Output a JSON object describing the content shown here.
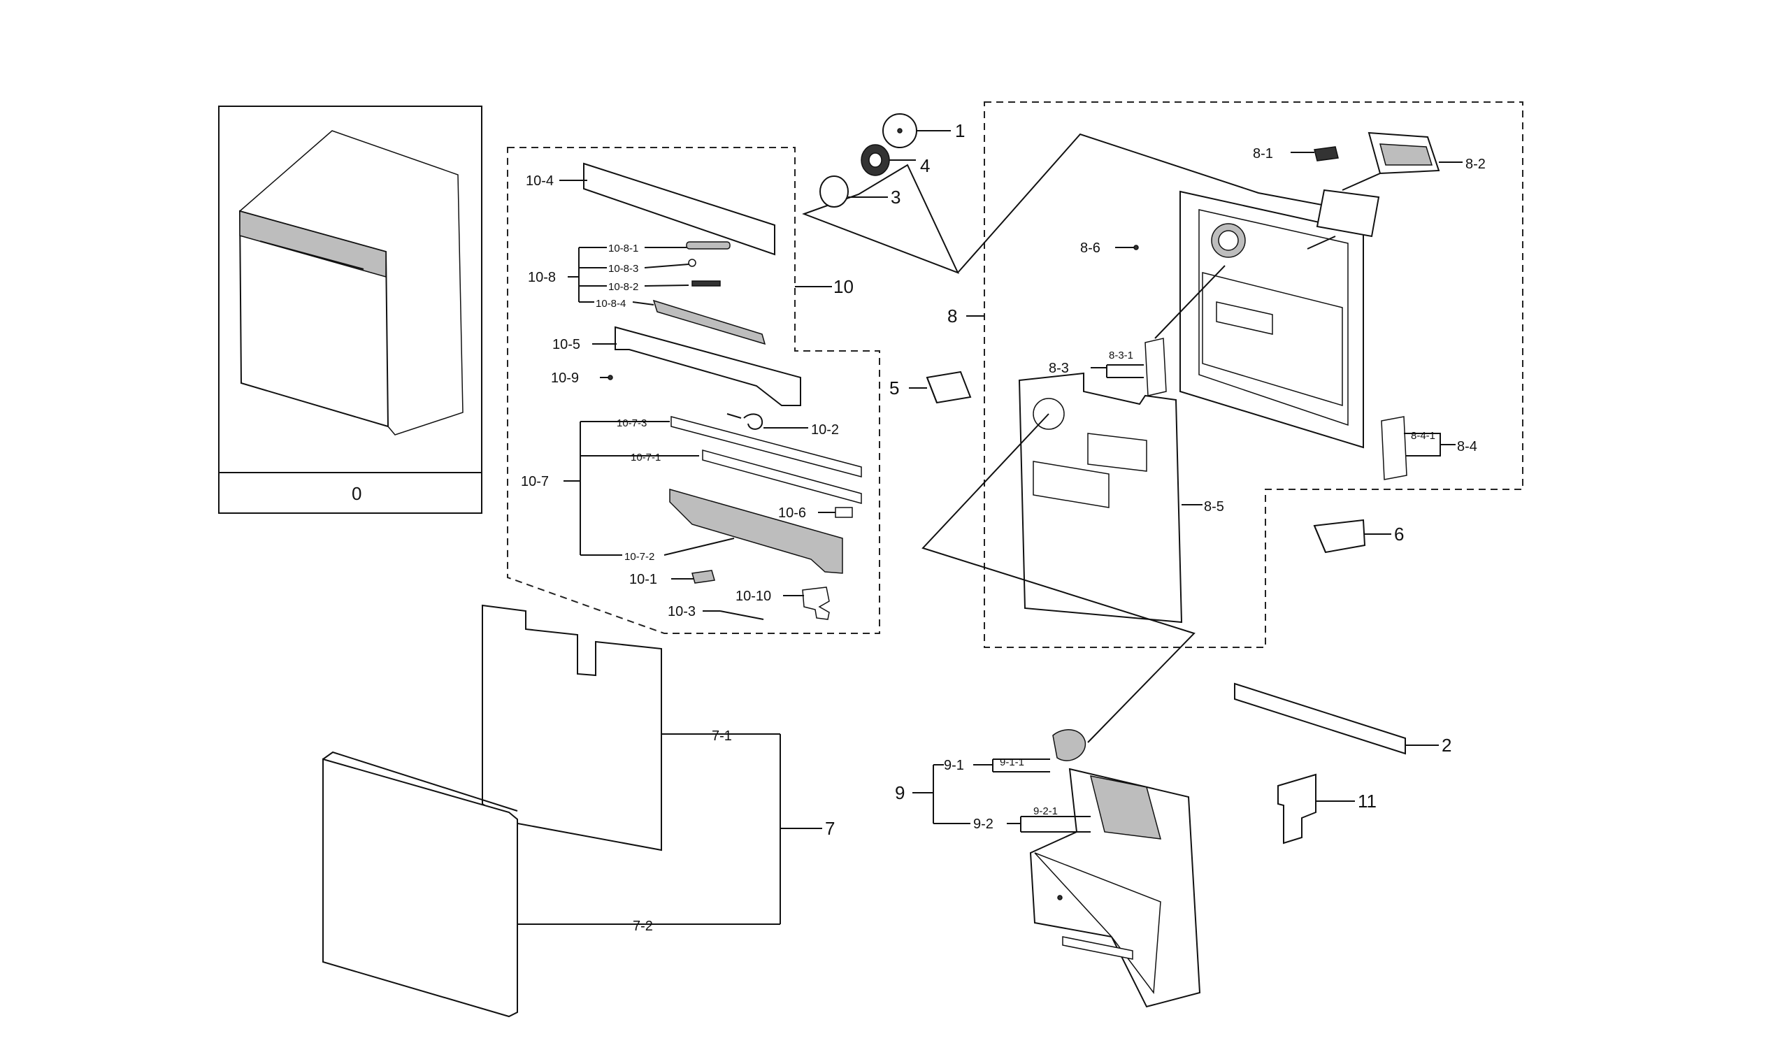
{
  "diagram": {
    "labels": {
      "p0": "0",
      "p1": "1",
      "p2": "2",
      "p3": "3",
      "p4": "4",
      "p5": "5",
      "p6": "6",
      "p7": "7",
      "p7_1": "7-1",
      "p7_2": "7-2",
      "p8": "8",
      "p8_1": "8-1",
      "p8_2": "8-2",
      "p8_3": "8-3",
      "p8_3_1": "8-3-1",
      "p8_4": "8-4",
      "p8_4_1": "8-4-1",
      "p8_5": "8-5",
      "p8_6": "8-6",
      "p9": "9",
      "p9_1": "9-1",
      "p9_1_1": "9-1-1",
      "p9_2": "9-2",
      "p9_2_1": "9-2-1",
      "p10": "10",
      "p10_1": "10-1",
      "p10_2": "10-2",
      "p10_3": "10-3",
      "p10_4": "10-4",
      "p10_5": "10-5",
      "p10_6": "10-6",
      "p10_7": "10-7",
      "p10_7_1": "10-7-1",
      "p10_7_2": "10-7-2",
      "p10_7_3": "10-7-3",
      "p10_8": "10-8",
      "p10_8_1": "10-8-1",
      "p10_8_2": "10-8-2",
      "p10_8_3": "10-8-3",
      "p10_8_4": "10-8-4",
      "p10_9": "10-9",
      "p10_10": "10-10",
      "p11": "11"
    }
  }
}
